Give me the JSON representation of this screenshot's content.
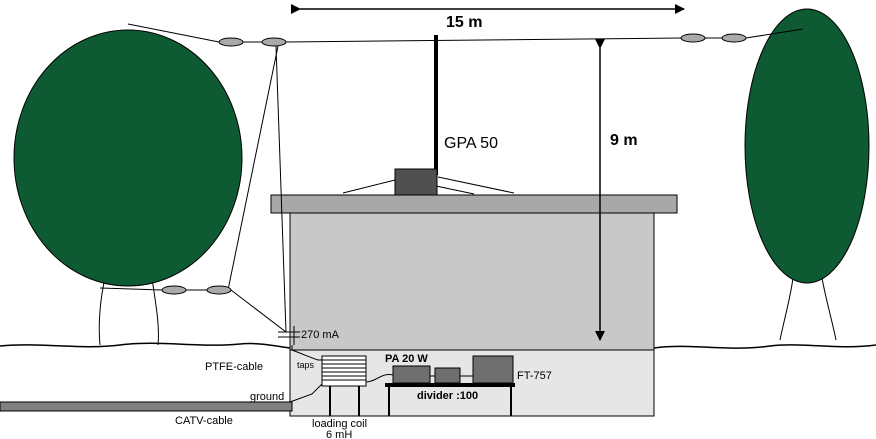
{
  "labels": {
    "span_width": "15 m",
    "height": "9 m",
    "antenna": "GPA 50",
    "current": "270 mA",
    "ptfe_cable": "PTFE-cable",
    "taps": "taps",
    "ground": "ground",
    "catv_cable": "CATV-cable",
    "loading_coil": "loading coil",
    "coil_value": "6 mH",
    "pa": "PA 20 W",
    "divider": "divider :100",
    "transceiver": "FT-757"
  },
  "colors": {
    "tree": "#0e5a32",
    "wall": "#c8c8c8",
    "roof": "#a8a8a8",
    "basement": "#e6e6e6",
    "equipment": "#6f6f6f",
    "cable": "#808080"
  }
}
